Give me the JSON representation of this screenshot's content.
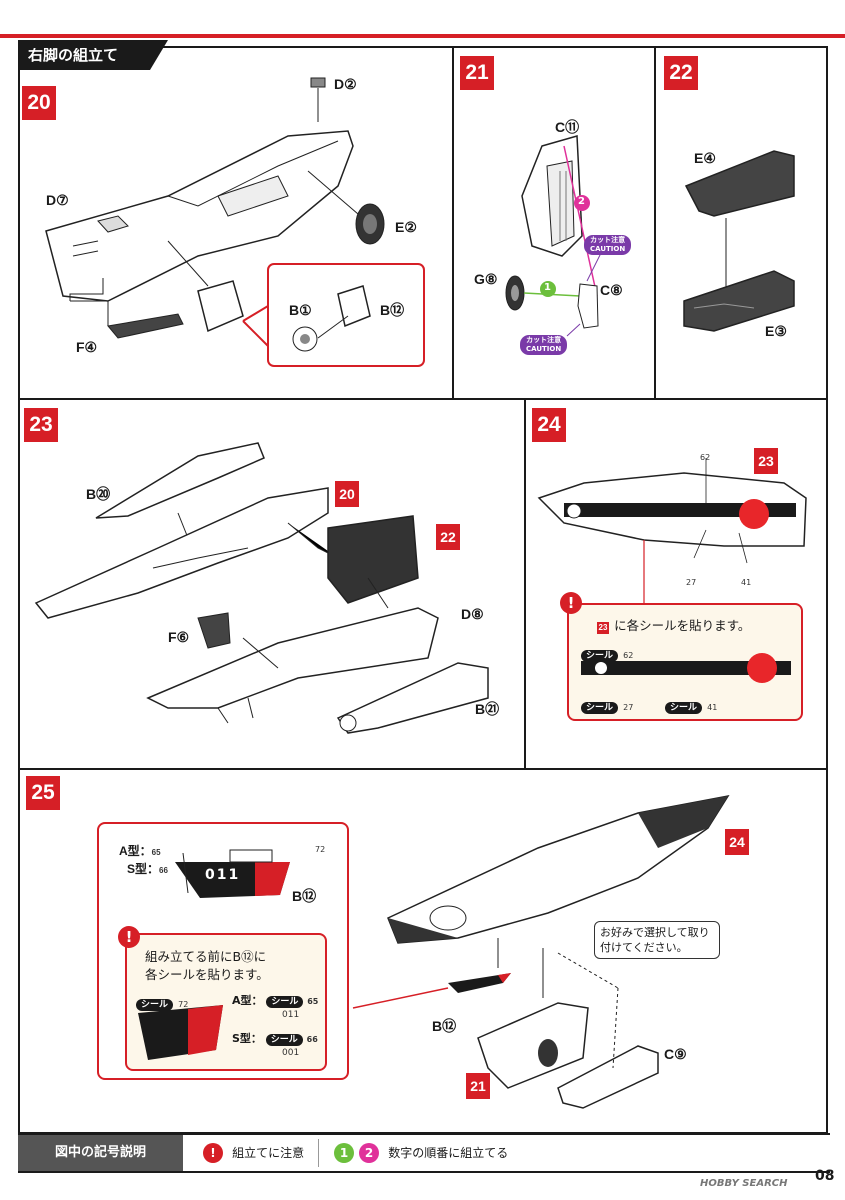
{
  "header": {
    "title": "右脚の組立て"
  },
  "steps": {
    "s20": "20",
    "s21": "21",
    "s22": "22",
    "s23": "23",
    "s24": "24",
    "s25": "25"
  },
  "step20": {
    "d2": "D②",
    "d7": "D⑦",
    "e2": "E②",
    "f4": "F④",
    "b1": "B①",
    "b12": "B⑫"
  },
  "step21": {
    "c11": "C⑪",
    "g8": "G⑧",
    "c8": "C⑧",
    "order1": "1",
    "order2": "2",
    "caution_jp": "カット注意",
    "caution_en": "CAUTION"
  },
  "step22": {
    "e4": "E④",
    "e3": "E③"
  },
  "step23": {
    "b20": "B⑳",
    "ref20": "20",
    "ref22": "22",
    "f6": "F⑥",
    "d8": "D⑧",
    "b21": "B㉑"
  },
  "step24": {
    "ref23": "23",
    "n62": "62",
    "n27": "27",
    "n41": "41",
    "note_ref": "23",
    "note_text": "に各シールを貼ります。",
    "seal_label": "シール",
    "seal62": "62",
    "seal27": "27",
    "seal41": "41"
  },
  "step25": {
    "a_type": "A型：",
    "a_num": "65",
    "s_type": "S型：",
    "s_num": "66",
    "n72": "72",
    "decal_text": "011",
    "b12": "B⑫",
    "ref24": "24",
    "ref21": "21",
    "c9": "C⑨",
    "note1": "組み立てる前にB⑫に",
    "note2": "各シールを貼ります。",
    "seal_label": "シール",
    "seal72": "72",
    "a_label": "A型：",
    "a_seal": "65",
    "a_code": "011",
    "s_label": "S型：",
    "s_seal": "66",
    "s_code": "001",
    "choose_note": "お好みで選択して取り付けてください。"
  },
  "legend": {
    "title": "図中の記号説明",
    "caution_icon": "!",
    "caution_text": "組立てに注意",
    "order_1": "1",
    "order_2": "2",
    "order_text": "数字の順番に組立てる"
  },
  "footer": {
    "page": "08",
    "watermark": "HOBBY SEARCH"
  },
  "colors": {
    "accent": "#d61f26",
    "dark": "#1a1a1a",
    "purple": "#7a3aa8",
    "green": "#6cbf3c",
    "magenta": "#e0319a"
  }
}
